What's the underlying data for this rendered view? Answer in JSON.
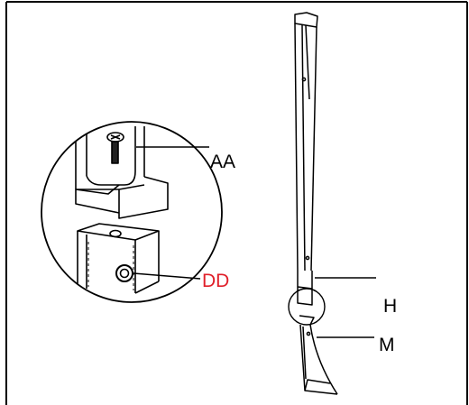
{
  "labels": {
    "aa": "AA",
    "dd": "DD",
    "h": "H",
    "m": "M"
  },
  "colors": {
    "ink": "#000000",
    "dd_label": "#e0202a",
    "background": "#ffffff"
  }
}
